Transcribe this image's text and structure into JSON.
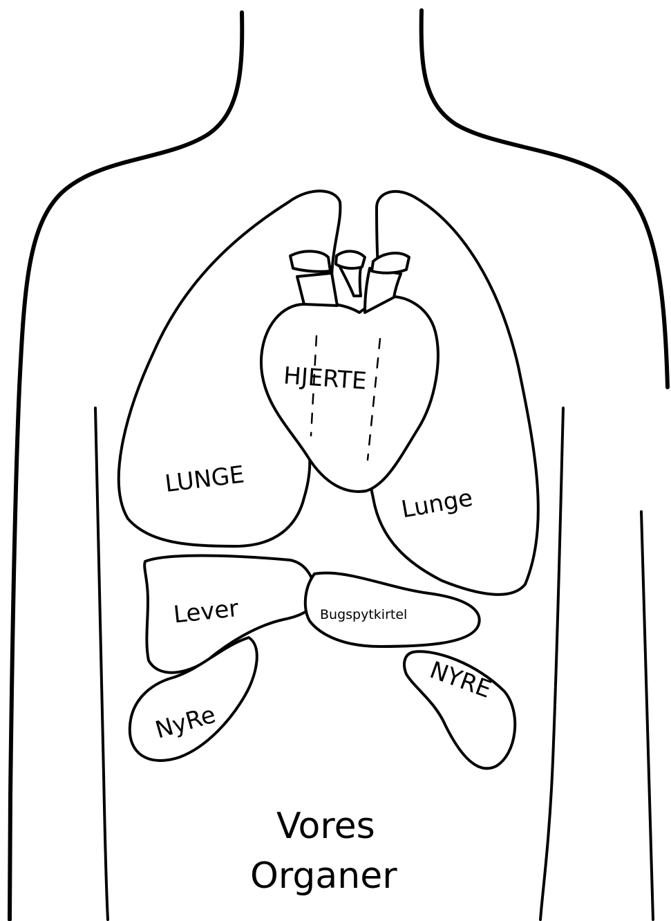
{
  "title": {
    "line1": "Vores",
    "line2": "Organer"
  },
  "organs": {
    "heart": "HJERTE",
    "lung_left": "LUNGE",
    "lung_right": "Lunge",
    "liver": "Lever",
    "pancreas": "Bugspytkirtel",
    "kidney_left": "NyRe",
    "kidney_right": "NYRE"
  },
  "colors": {
    "ink": "#000000",
    "paper": "#ffffff"
  }
}
